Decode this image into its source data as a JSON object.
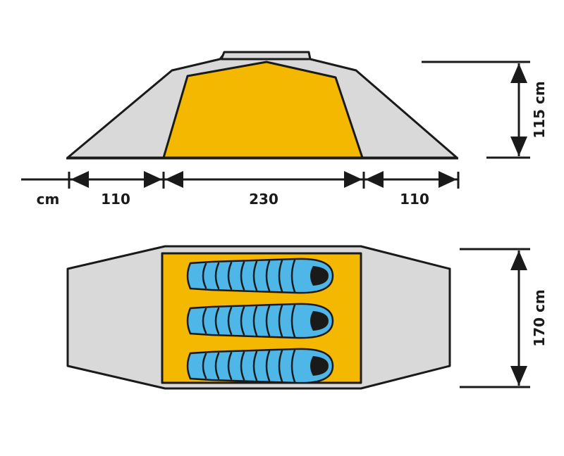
{
  "side_view": {
    "unit_label": "cm",
    "vestibule_left": "110",
    "inner_length": "230",
    "vestibule_right": "110",
    "height": "115 cm"
  },
  "top_view": {
    "width": "170 cm",
    "sleeping_bags": 3
  },
  "colors": {
    "fly": "#d9d9d9",
    "inner_tent": "#f5b800",
    "sleeping_bag": "#4fb6e8",
    "outline": "#1a1a1a"
  }
}
